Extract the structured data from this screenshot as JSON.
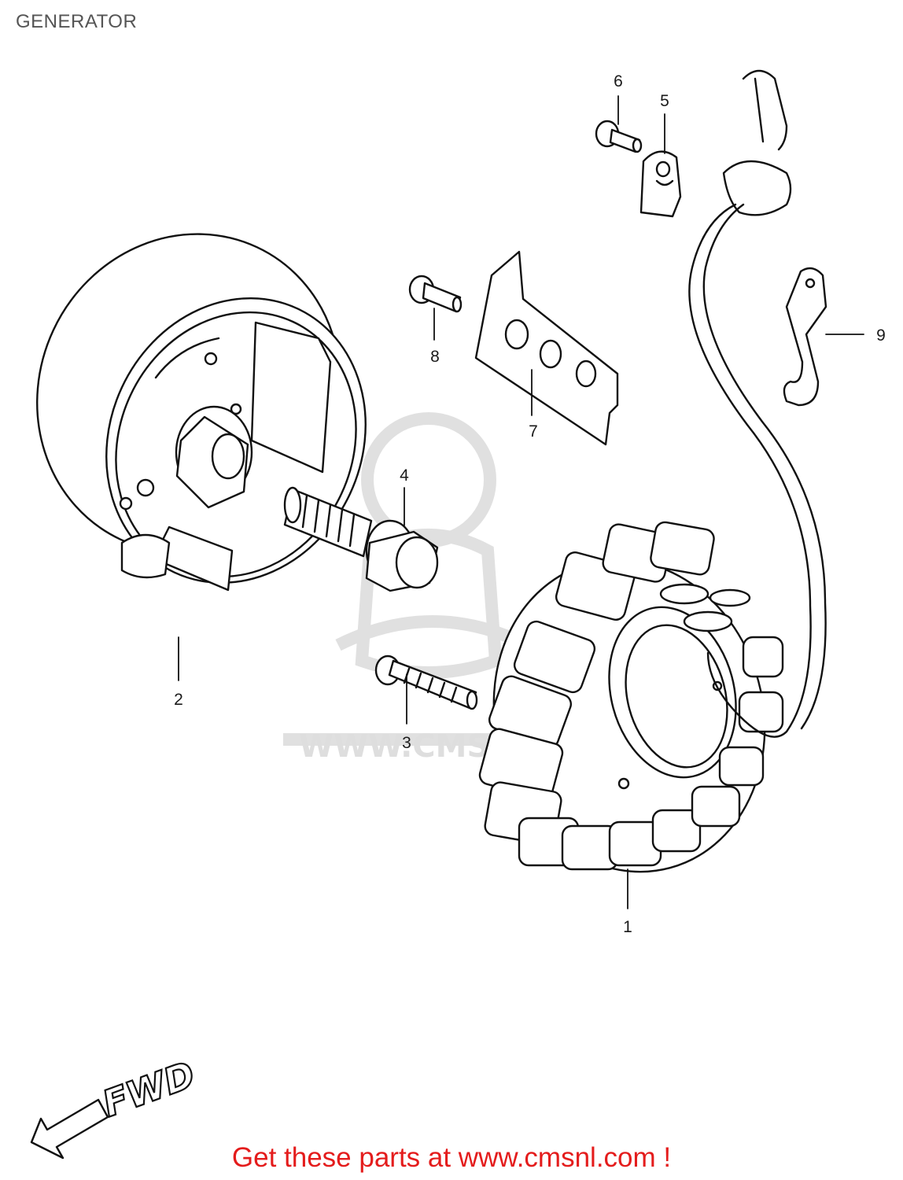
{
  "title": "GENERATOR",
  "callouts": [
    {
      "id": "1",
      "label": "1"
    },
    {
      "id": "2",
      "label": "2"
    },
    {
      "id": "3",
      "label": "3"
    },
    {
      "id": "4",
      "label": "4"
    },
    {
      "id": "5",
      "label": "5"
    },
    {
      "id": "6",
      "label": "6"
    },
    {
      "id": "7",
      "label": "7"
    },
    {
      "id": "8",
      "label": "8"
    },
    {
      "id": "9",
      "label": "9"
    }
  ],
  "fwd_label": "FWD",
  "watermark": "WWW.CMSNL.COM",
  "banner": "Get these parts at www.cmsnl.com !",
  "colors": {
    "line": "#111111",
    "banner": "#e41c1c",
    "watermark": "#dedede",
    "title": "#555555"
  }
}
